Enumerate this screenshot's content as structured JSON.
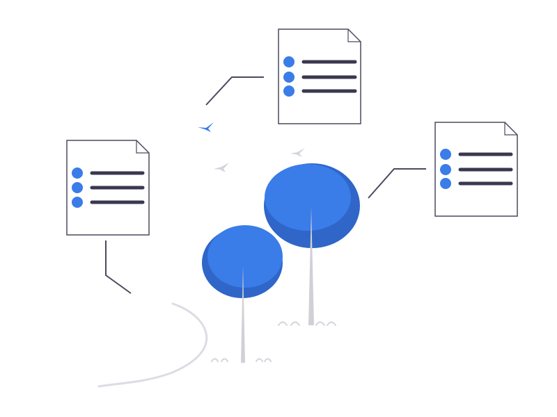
{
  "illustration": {
    "colors": {
      "background": "#ffffff",
      "accent_blue": "#3a7ce8",
      "accent_blue_dark": "#2f66c8",
      "line_dark": "#3a3850",
      "outline": "#4a4a5e",
      "paper": "#ffffff",
      "trunk_grey": "#cfcfd4",
      "path_grey": "#dcdce4",
      "bird_grey": "#d4d4dc"
    },
    "icons": {
      "document": "document-icon",
      "tree": "tree-icon",
      "bird": "bird-icon",
      "path": "path-curve"
    },
    "documents": [
      {
        "id": "top",
        "rows": 3
      },
      {
        "id": "left",
        "rows": 3
      },
      {
        "id": "right",
        "rows": 3
      }
    ],
    "trees": 2,
    "birds": 3
  }
}
